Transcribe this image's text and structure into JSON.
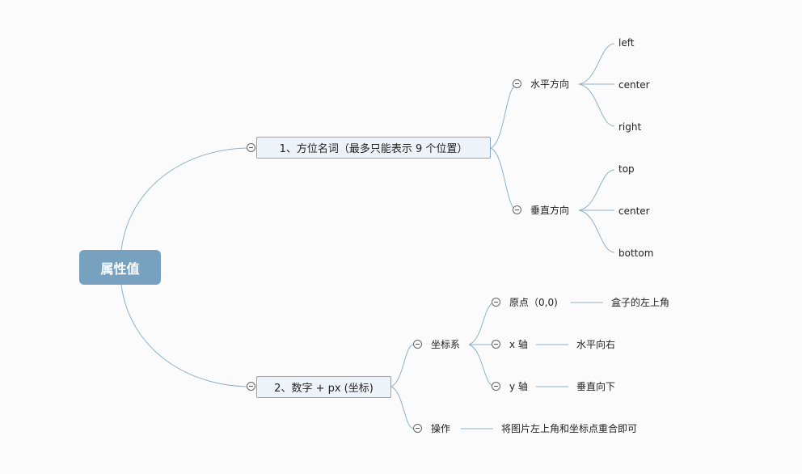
{
  "root": {
    "label": "属性值"
  },
  "branches": [
    {
      "label": "1、方位名词（最多只能表示 9 个位置）",
      "children": [
        {
          "label": "水平方向",
          "children": [
            "left",
            "center",
            "right"
          ]
        },
        {
          "label": "垂直方向",
          "children": [
            "top",
            "center",
            "bottom"
          ]
        }
      ]
    },
    {
      "label": "2、数字 + px (坐标)",
      "children": [
        {
          "label": "坐标系",
          "children": [
            {
              "label": "原点（0,0)",
              "note": "盒子的左上角"
            },
            {
              "label": "x 轴",
              "note": "水平向右"
            },
            {
              "label": "y 轴",
              "note": "垂直向下"
            }
          ]
        },
        {
          "label": "操作",
          "note": "将图片左上角和坐标点重合即可"
        }
      ]
    }
  ],
  "colors": {
    "line": "#8fb0cb",
    "root_fill": "#78a1c0",
    "branch_fill": "#edf3f8"
  },
  "icons": {
    "collapse": "collapse-minus-icon"
  }
}
